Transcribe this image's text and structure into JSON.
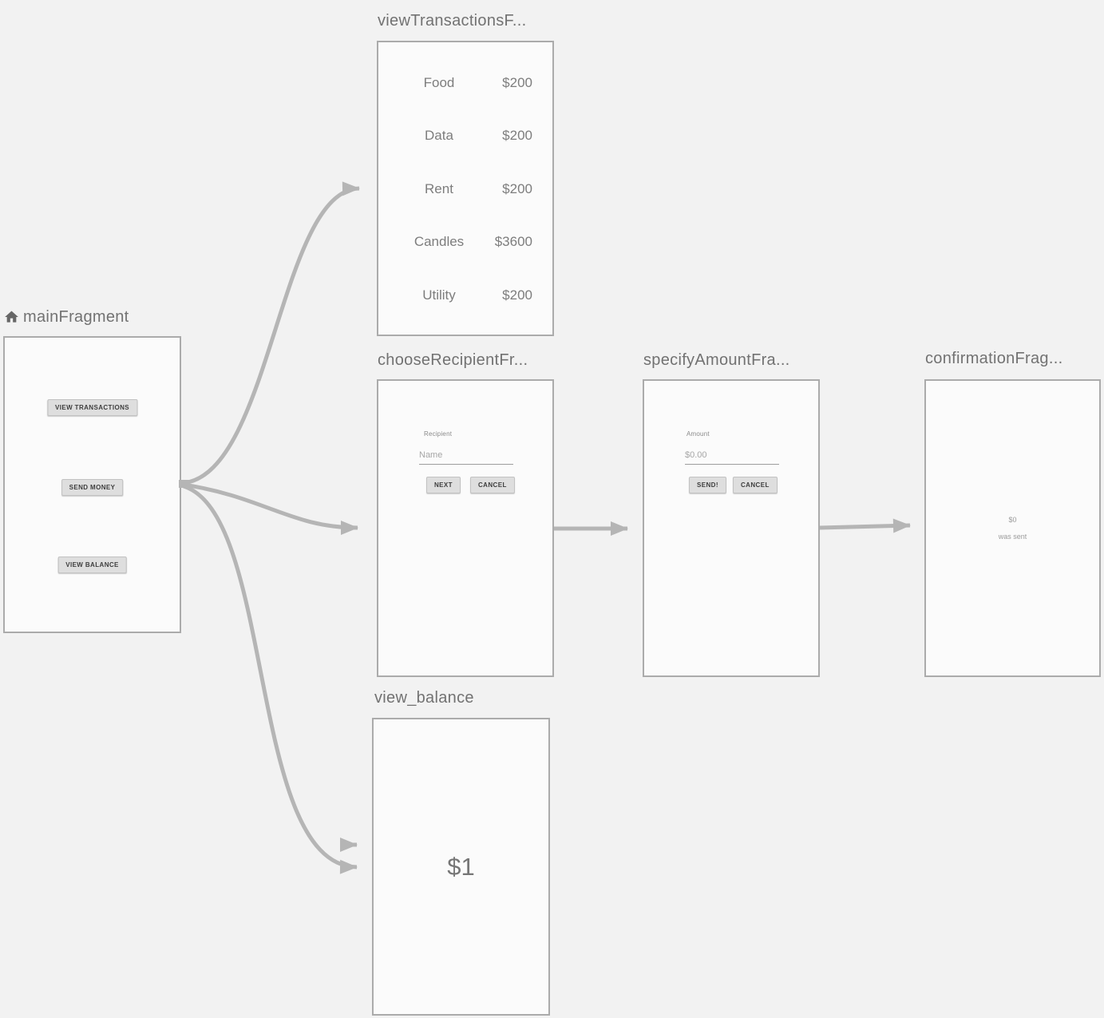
{
  "editor": {
    "background": "#f2f2f2",
    "arrow_color": "#b5b5b5",
    "card_border_color": "#ababab"
  },
  "fragments": {
    "main": {
      "title": "mainFragment",
      "buttons": {
        "view_transactions": "VIEW TRANSACTIONS",
        "send_money": "SEND MONEY",
        "view_balance": "VIEW BALANCE"
      }
    },
    "view_transactions": {
      "title": "viewTransactionsF...",
      "rows": [
        {
          "label": "Food",
          "amount": "$200"
        },
        {
          "label": "Data",
          "amount": "$200"
        },
        {
          "label": "Rent",
          "amount": "$200"
        },
        {
          "label": "Candles",
          "amount": "$3600"
        },
        {
          "label": "Utility",
          "amount": "$200"
        }
      ]
    },
    "choose_recipient": {
      "title": "chooseRecipientFr...",
      "field_label": "Recipient",
      "placeholder": "Name",
      "next_button": "NEXT",
      "cancel_button": "CANCEL"
    },
    "specify_amount": {
      "title": "specifyAmountFra...",
      "field_label": "Amount",
      "placeholder": "$0.00",
      "send_button": "SEND!",
      "cancel_button": "CANCEL"
    },
    "confirmation": {
      "title": "confirmationFrag...",
      "amount": "$0",
      "message": "was sent"
    },
    "view_balance": {
      "title": "view_balance",
      "balance": "$1"
    }
  }
}
